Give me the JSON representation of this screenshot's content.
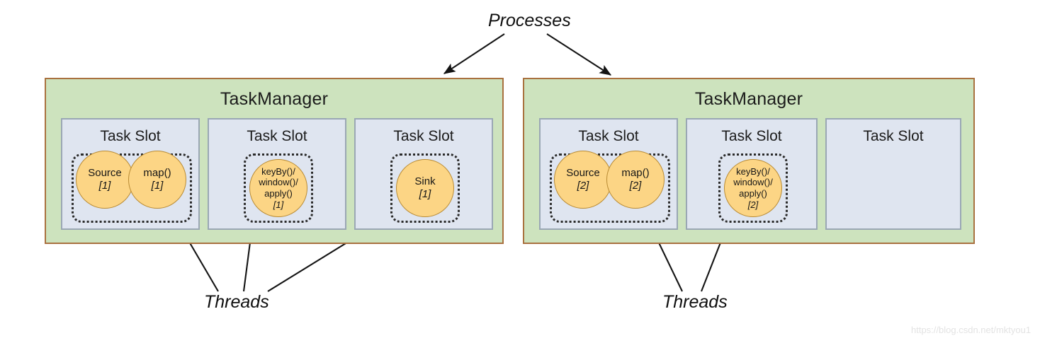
{
  "diagram": {
    "annotations": {
      "processes": "Processes",
      "threads_left": "Threads",
      "threads_right": "Threads"
    },
    "watermark": "https://blog.csdn.net/mktyou1",
    "colors": {
      "taskmanager_fill": "#cde3be",
      "taskmanager_border": "#a9713f",
      "taskslot_fill": "#dfe5f0",
      "taskslot_border": "#9aa7b4",
      "operator_fill": "#fcd585",
      "operator_border": "#b98b34",
      "chain_border": "#2a2a2a",
      "text": "#161616"
    },
    "taskmanagers": [
      {
        "title": "TaskManager",
        "slots": [
          {
            "title": "Task Slot",
            "operators": [
              {
                "name": "Source",
                "index": "[1]"
              },
              {
                "name": "map()",
                "index": "[1]"
              }
            ]
          },
          {
            "title": "Task Slot",
            "operators": [
              {
                "name": "keyBy()/\nwindow()/\napply()",
                "index": "[1]"
              }
            ]
          },
          {
            "title": "Task Slot",
            "operators": [
              {
                "name": "Sink",
                "index": "[1]"
              }
            ]
          }
        ]
      },
      {
        "title": "TaskManager",
        "slots": [
          {
            "title": "Task Slot",
            "operators": [
              {
                "name": "Source",
                "index": "[2]"
              },
              {
                "name": "map()",
                "index": "[2]"
              }
            ]
          },
          {
            "title": "Task Slot",
            "operators": [
              {
                "name": "keyBy()/\nwindow()/\napply()",
                "index": "[2]"
              }
            ]
          },
          {
            "title": "Task Slot",
            "operators": []
          }
        ]
      }
    ],
    "operator_labels": {
      "tm1_slot1_op1_name": "Source",
      "tm1_slot1_op1_idx": "[1]",
      "tm1_slot1_op2_name": "map()",
      "tm1_slot1_op2_idx": "[1]",
      "tm1_slot2_op1_l1": "keyBy()/",
      "tm1_slot2_op1_l2": "window()/",
      "tm1_slot2_op1_l3": "apply()",
      "tm1_slot2_op1_idx": "[1]",
      "tm1_slot3_op1_name": "Sink",
      "tm1_slot3_op1_idx": "[1]",
      "tm2_slot1_op1_name": "Source",
      "tm2_slot1_op1_idx": "[2]",
      "tm2_slot1_op2_name": "map()",
      "tm2_slot1_op2_idx": "[2]",
      "tm2_slot2_op1_l1": "keyBy()/",
      "tm2_slot2_op1_l2": "window()/",
      "tm2_slot2_op1_l3": "apply()",
      "tm2_slot2_op1_idx": "[2]"
    },
    "slot_titles": {
      "tm1_s1": "Task Slot",
      "tm1_s2": "Task Slot",
      "tm1_s3": "Task Slot",
      "tm2_s1": "Task Slot",
      "tm2_s2": "Task Slot",
      "tm2_s3": "Task Slot"
    },
    "tm_titles": {
      "tm1": "TaskManager",
      "tm2": "TaskManager"
    }
  }
}
